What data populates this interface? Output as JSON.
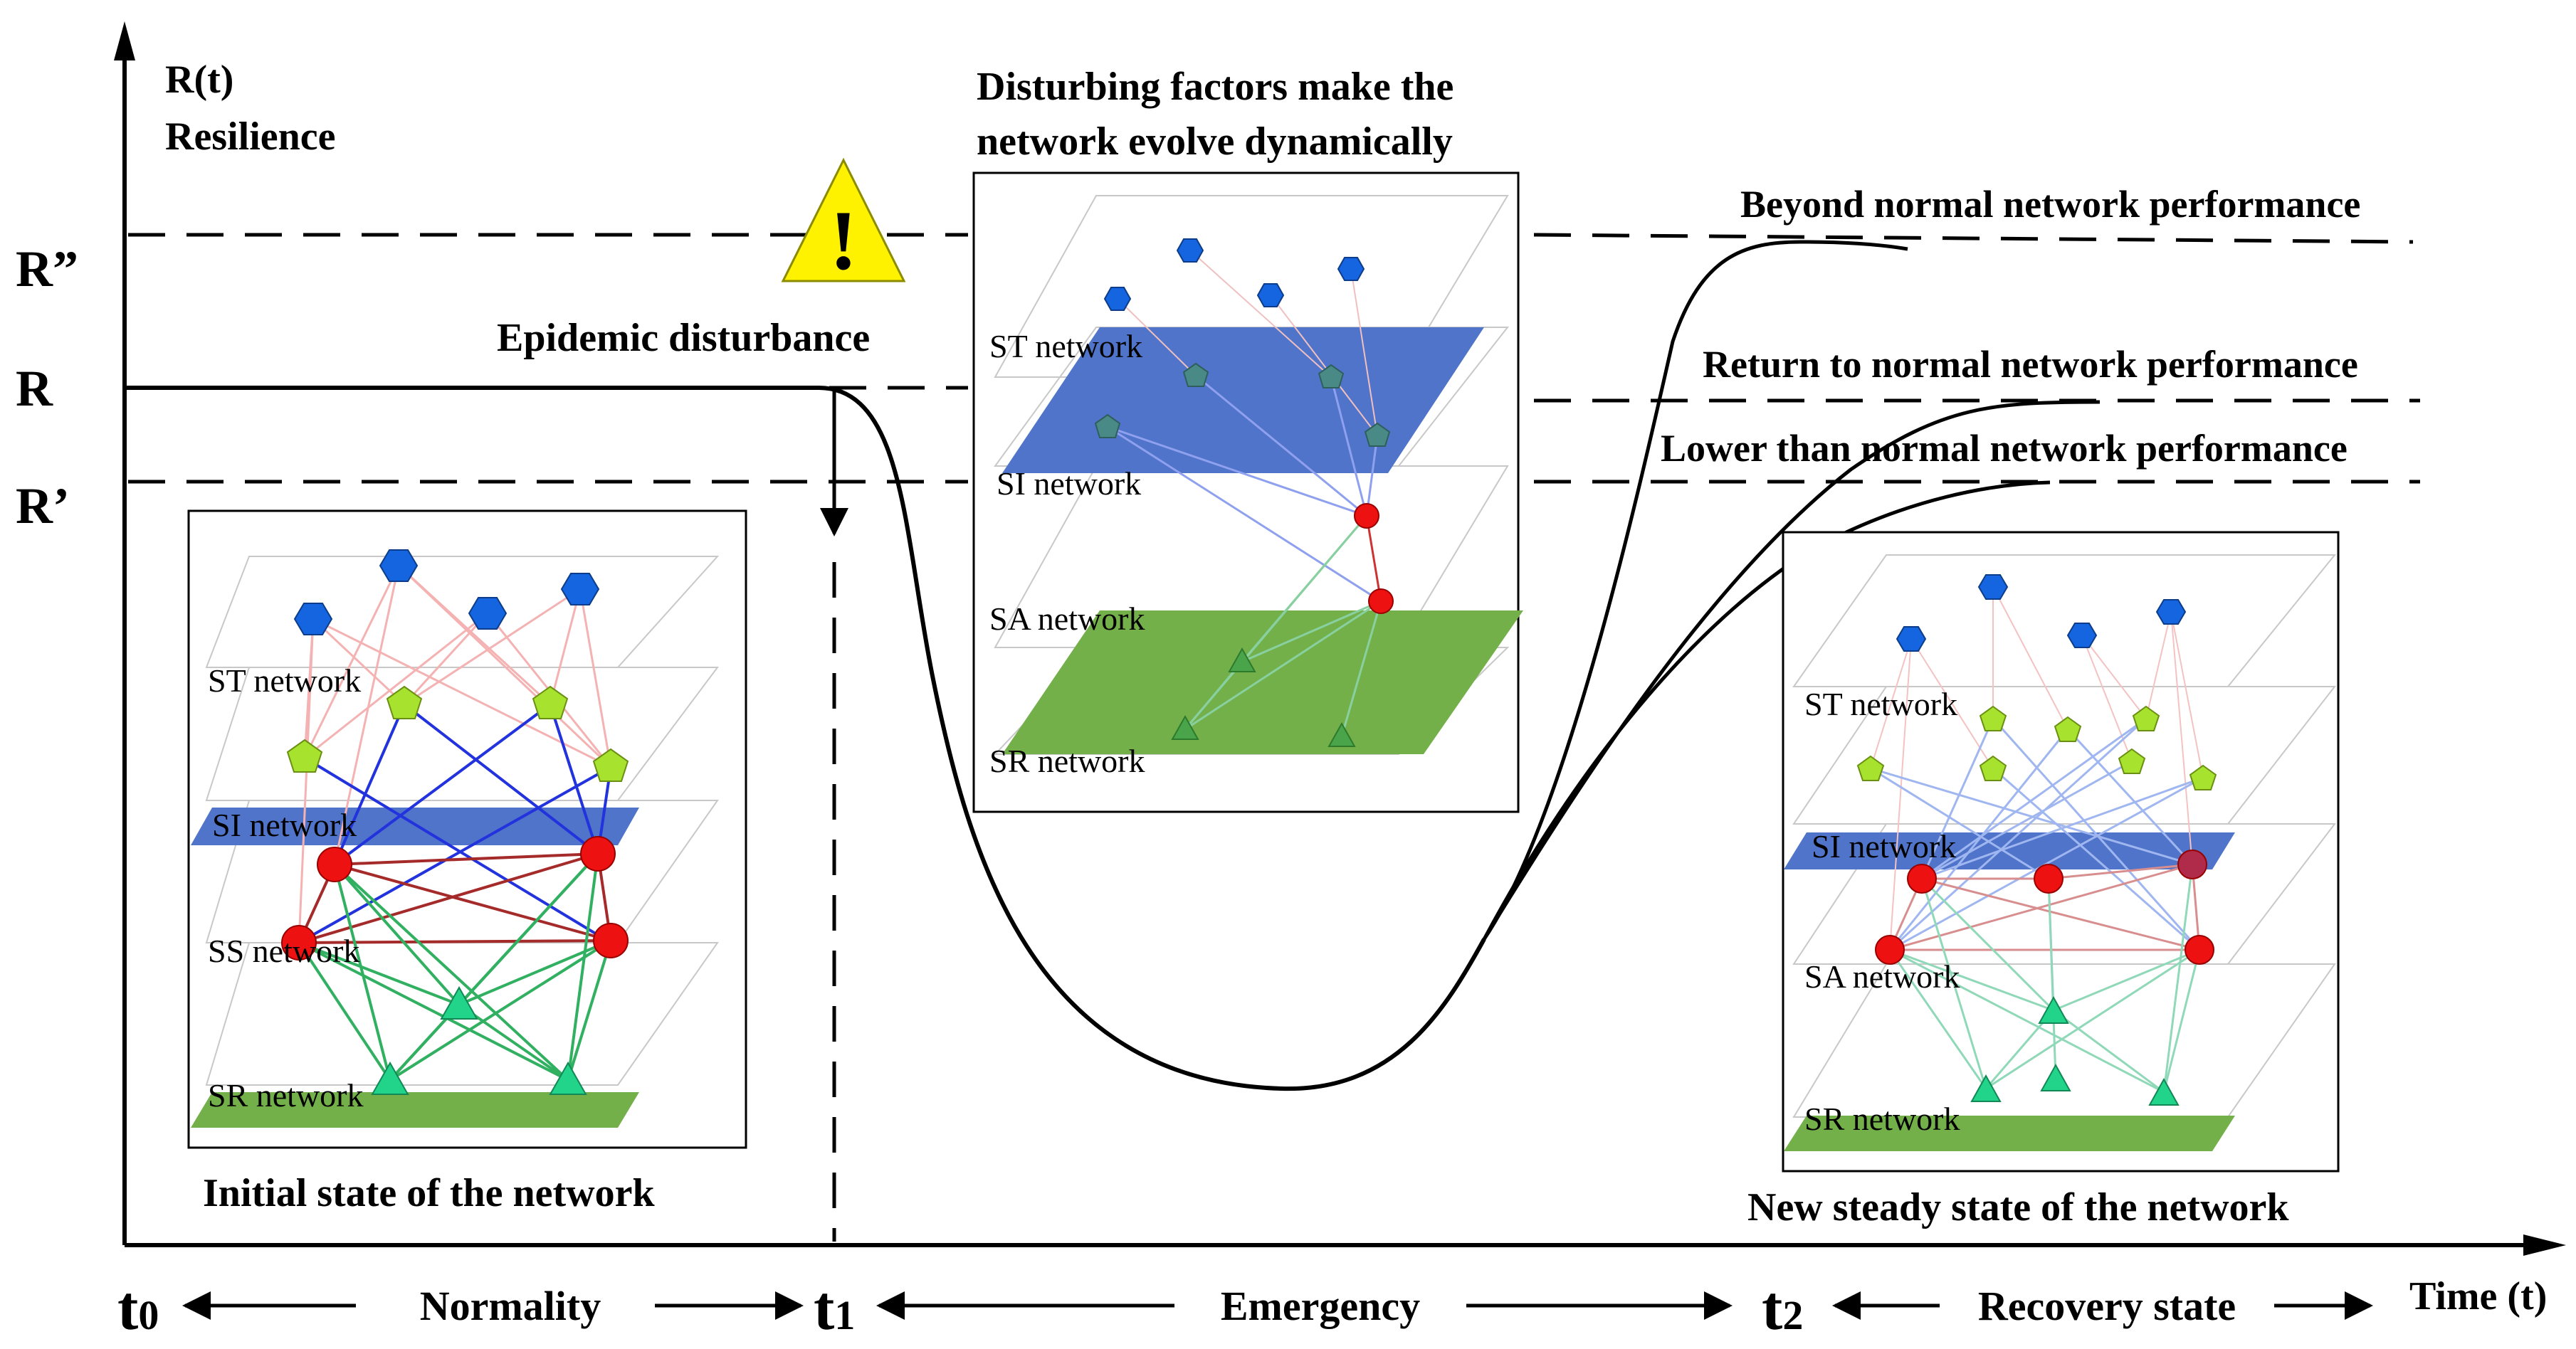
{
  "axis": {
    "y_title": "R(t)",
    "y_subtitle": "Resilience",
    "x_title": "Time (t)",
    "levels": [
      "R”",
      "R",
      "R’"
    ],
    "times": [
      {
        "main": "t",
        "sub": "0"
      },
      {
        "main": "t",
        "sub": "1"
      },
      {
        "main": "t",
        "sub": "2"
      }
    ],
    "phases": [
      "Normality",
      "Emergency",
      "Recovery state"
    ]
  },
  "annotations": {
    "disturbing_line1": "Disturbing factors make the",
    "disturbing_line2": "network evolve dynamically",
    "epidemic": "Epidemic disturbance",
    "warning_symbol": "!",
    "beyond": "Beyond normal network performance",
    "return": "Return to normal network performance",
    "lower": "Lower than normal network performance"
  },
  "panels": {
    "initial": {
      "caption": "Initial state of the network",
      "layers": [
        "ST network",
        "SI network",
        "SS network",
        "SR network"
      ]
    },
    "emergency": {
      "layers": [
        "ST network",
        "SI network",
        "SA network",
        "SR network"
      ]
    },
    "steady": {
      "caption": "New steady state of the network",
      "layers": [
        "ST network",
        "SI network",
        "SA network",
        "SR network"
      ]
    }
  },
  "colors": {
    "st_node": "#1565e0",
    "si_node": "#a6e22e",
    "ss_node": "#ee1111",
    "sr_node": "#22d48a",
    "si_plane": "#4f74c9",
    "sr_plane": "#74b04a",
    "warning": "#fff200"
  }
}
